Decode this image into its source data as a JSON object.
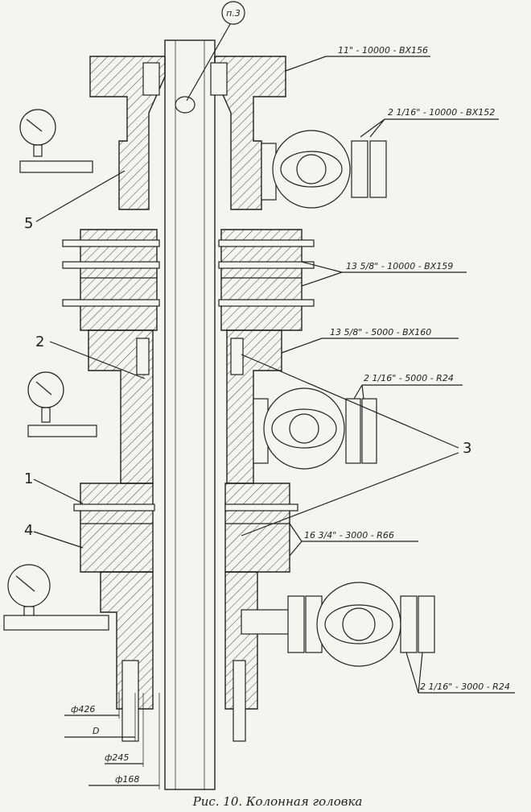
{
  "drawing": {
    "callouts": {
      "detail": "п.3",
      "top_flange": "11\" - 10000 - BX156",
      "upper_valve": "2 1/16\" - 10000 - BX152",
      "flange_1": "13 5/8\" - 10000 - BX159",
      "flange_2": "13 5/8\" - 5000 - BX160",
      "mid_valve": "2 1/16\" - 5000 - R24",
      "lower_flange": "16 3/4\" - 3000 - R66",
      "lower_valve": "2 1/16\" - 3000 - R24"
    },
    "items": {
      "n1": "1",
      "n2": "2",
      "n3": "3",
      "n4": "4",
      "n5": "5"
    },
    "dimensions": {
      "d426": "ф426",
      "dD": "D",
      "d245": "ф245",
      "d168": "ф168"
    },
    "caption": "Рис. 10. Колонная головка"
  }
}
